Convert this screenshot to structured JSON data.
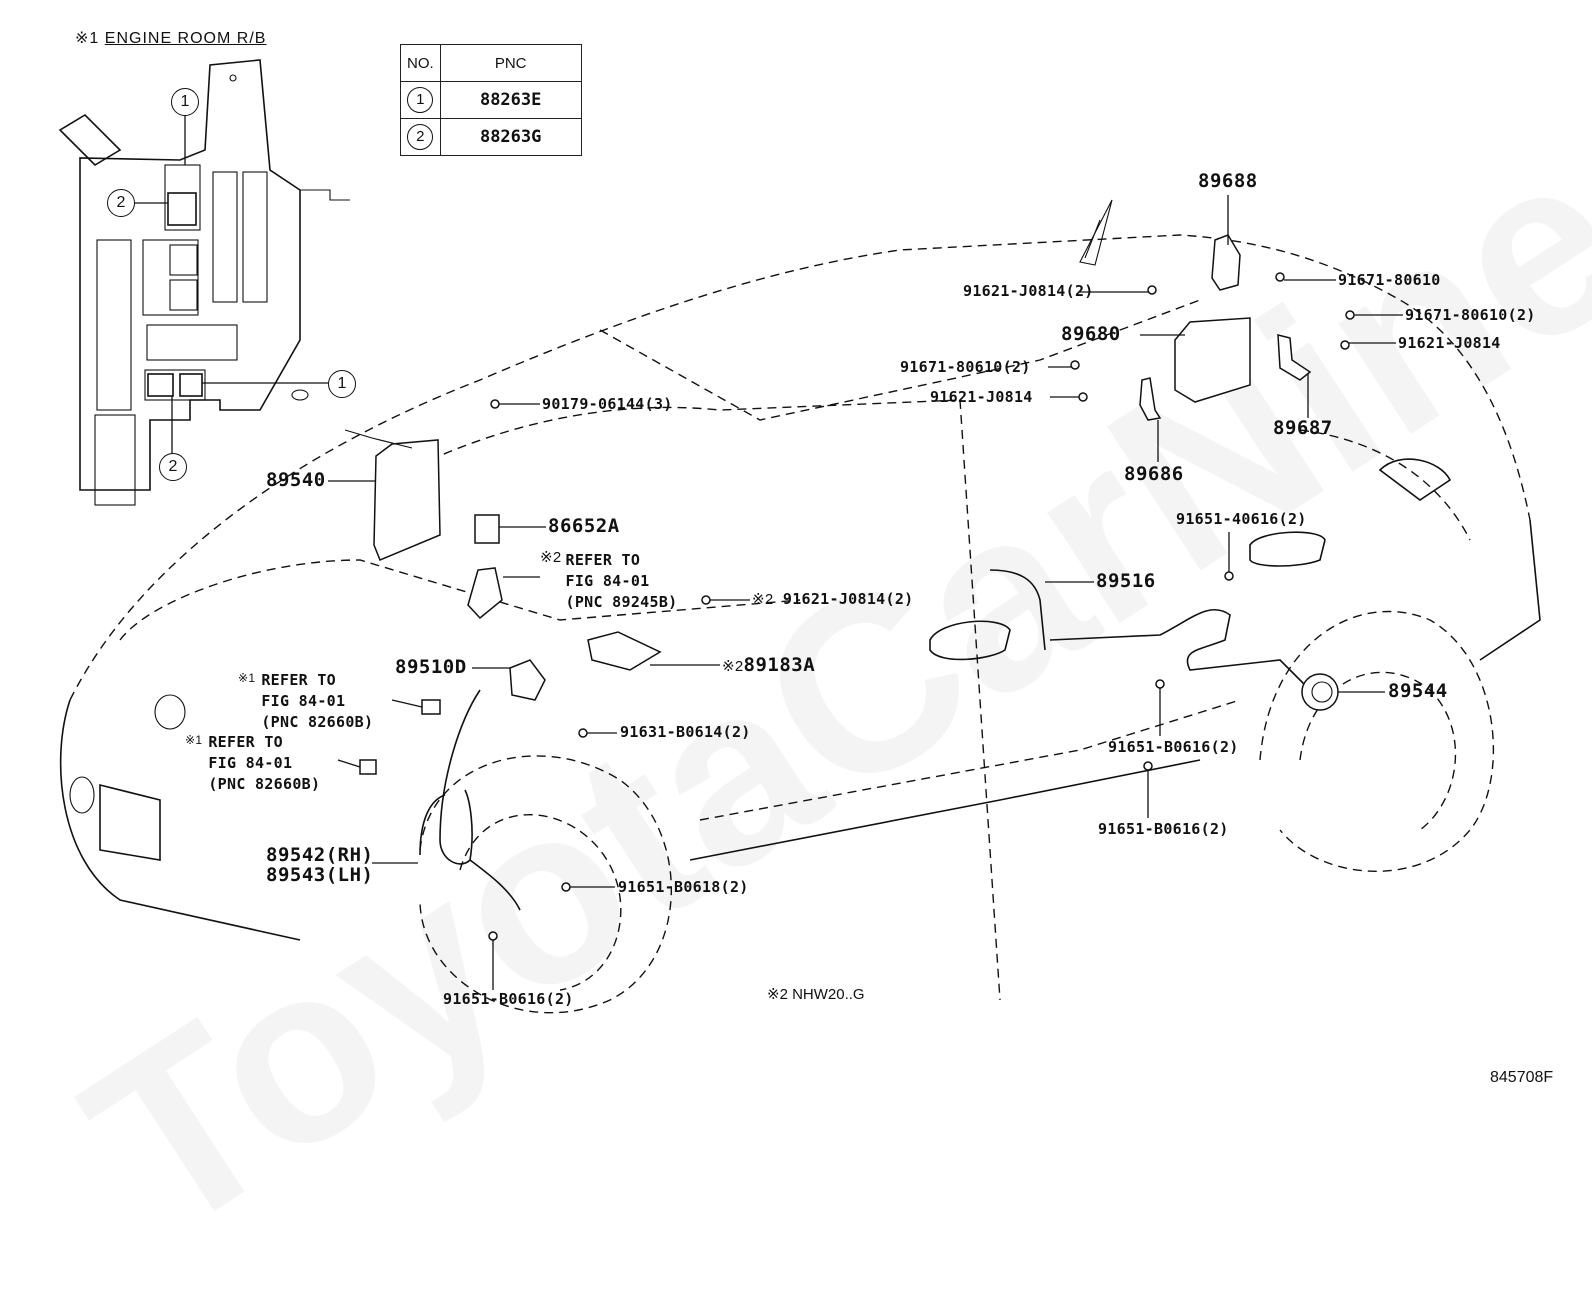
{
  "inset": {
    "marker": "※1",
    "title": "ENGINE ROOM R/B",
    "callouts": [
      "1",
      "2",
      "1",
      "2"
    ]
  },
  "pnc_table": {
    "headers": [
      "NO.",
      "PNC"
    ],
    "rows": [
      {
        "no": "1",
        "pnc": "88263E"
      },
      {
        "no": "2",
        "pnc": "88263G"
      }
    ]
  },
  "labels": {
    "p89688": "89688",
    "p91621_j0814_2_top": "91621-J0814(2)",
    "p91671_80610": "91671-80610",
    "p89680": "89680",
    "p91671_80610_2_right": "91671-80610(2)",
    "p91621_j0814_right": "91621-J0814",
    "p91671_80610_2_left": "91671-80610(2)",
    "p91621_j0814_left": "91621-J0814",
    "p89687": "89687",
    "p89686": "89686",
    "p90179_06144_3": "90179-06144(3)",
    "p89540": "89540",
    "p86652a": "86652A",
    "refer_89245b": {
      "marker": "※2",
      "text": "REFER TO\nFIG 84-01\n(PNC 89245B)"
    },
    "p91621_j0814_2_mid": {
      "marker": "※2",
      "text": "91621-J0814(2)"
    },
    "p89510d": "89510D",
    "p89183a": {
      "marker": "※2",
      "text": "89183A"
    },
    "p89516": "89516",
    "p91651_40616_2": "91651-40616(2)",
    "p89544": "89544",
    "refer_82660b_1": {
      "marker": "※1",
      "text": "REFER TO\nFIG 84-01\n(PNC 82660B)"
    },
    "refer_82660b_2": {
      "marker": "※1",
      "text": "REFER TO\nFIG 84-01\n(PNC 82660B)"
    },
    "p91631_b0614_2": "91631-B0614(2)",
    "p91651_b0616_2_upper": "91651-B0616(2)",
    "p91651_b0616_2_lower": "91651-B0616(2)",
    "p89542": "89542(RH)",
    "p89543": "89543(LH)",
    "p91651_b0618_2": "91651-B0618(2)",
    "p91651_b0616_2_front": "91651-B0616(2)"
  },
  "footnote": {
    "marker": "※2",
    "text": "NHW20..G"
  },
  "figure_id": "845708F",
  "watermark": "ToyotaCarNine.ru"
}
